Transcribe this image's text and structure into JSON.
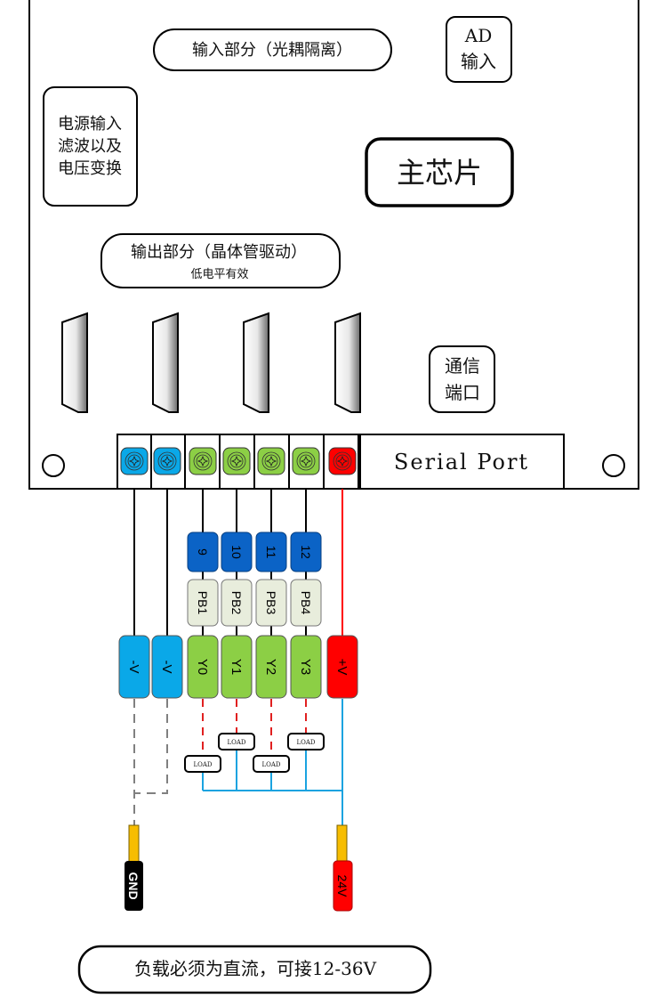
{
  "board": {
    "input_section_label": "输入部分（光耦隔离）",
    "ad_input_label_line1": "AD",
    "ad_input_label_line2": "输入",
    "power_block_lines": [
      "电源输入",
      "滤波以及",
      "电压变换"
    ],
    "main_chip_label": "主芯片",
    "output_section_label": "输出部分（晶体管驱动）",
    "output_section_sublabel": "低电平有效",
    "comm_port_lines": [
      "通信",
      "端口"
    ],
    "serial_port_label": "Serial Port"
  },
  "colors": {
    "blue_terminal": "#0aa8e8",
    "green_terminal": "#8ccf45",
    "red_terminal": "#ff0000",
    "pin_blue": "#0b63c6",
    "pb_fill": "#e8eddc",
    "load_wire_blue": "#1aa3e0",
    "dash_red": "#e02020",
    "dash_gray": "#808080",
    "plug_yellow": "#f7bd00",
    "gnd_black": "#000000",
    "v24_red": "#ff0000"
  },
  "terminals": [
    {
      "kind": "blue",
      "label": "-V"
    },
    {
      "kind": "blue",
      "label": "-V"
    },
    {
      "kind": "green",
      "label": "Y0",
      "pin": "9",
      "pb": "PB1"
    },
    {
      "kind": "green",
      "label": "Y1",
      "pin": "10",
      "pb": "PB2"
    },
    {
      "kind": "green",
      "label": "Y2",
      "pin": "11",
      "pb": "PB3"
    },
    {
      "kind": "green",
      "label": "Y3",
      "pin": "12",
      "pb": "PB4"
    },
    {
      "kind": "red",
      "label": "+V"
    }
  ],
  "load_label": "LOAD",
  "gnd_label": "GND",
  "v24_label": "24V",
  "footer_note": "负载必须为直流，可接12-36V"
}
